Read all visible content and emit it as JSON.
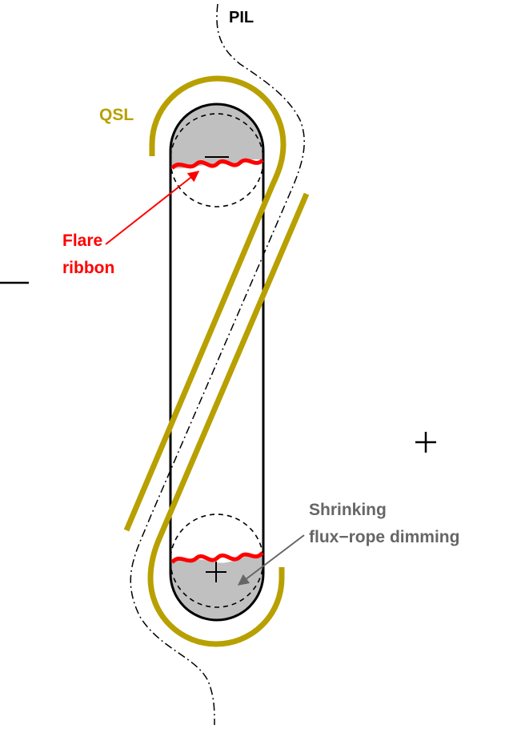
{
  "labels": {
    "pil": "PIL",
    "qsl": "QSL",
    "flare_ribbon_line1": "Flare",
    "flare_ribbon_line2": "ribbon",
    "dimming_line1": "Shrinking",
    "dimming_line2": "flux−rope dimming",
    "minus_sign": "—",
    "plus_sign": "+",
    "top_footpoint_sign": "—",
    "bottom_footpoint_sign": "+"
  },
  "colors": {
    "qsl": "#b8a000",
    "ribbon": "#ff0000",
    "footpoint_fill": "#c0c0c0",
    "dimming_label": "#666666",
    "outline": "#000000"
  }
}
